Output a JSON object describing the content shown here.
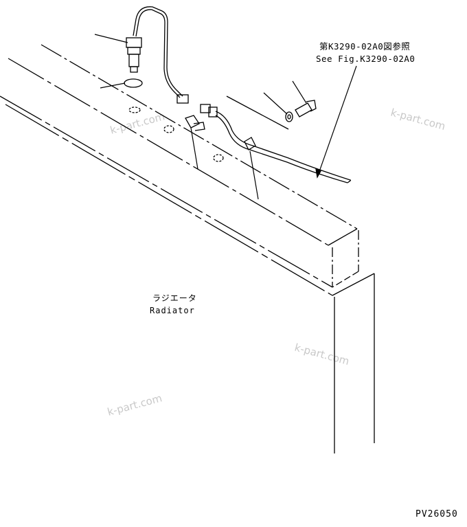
{
  "diagram": {
    "reference_jp": "第K3290-02A0図参照",
    "reference_en": "See Fig.K3290-02A0",
    "part_label_jp": "ラジエータ",
    "part_label_en": "Radiator",
    "figure_code": "PV26050",
    "watermark": "k-part.com"
  }
}
